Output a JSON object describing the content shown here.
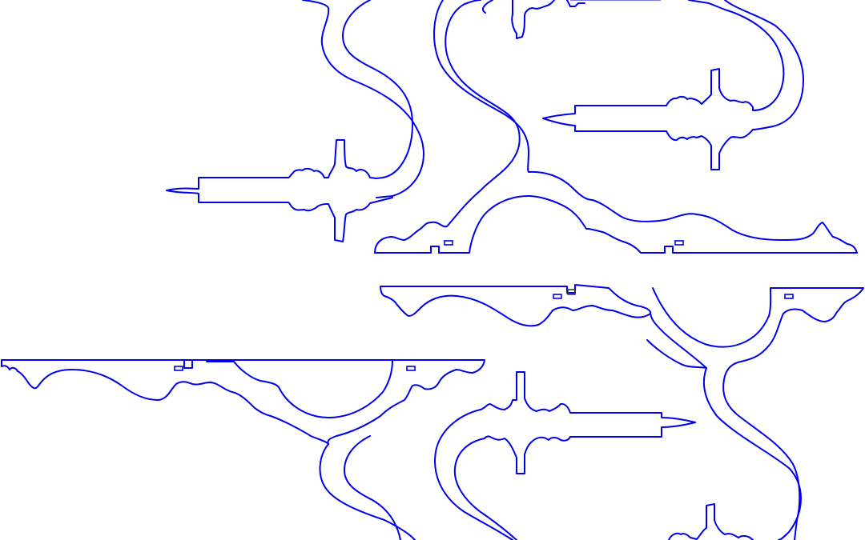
{
  "drawing": {
    "background_color": "#ffffff",
    "stroke_color": "#0000ee",
    "accent_stroke_color": "#333333",
    "pieces": [
      "sconce-arm-upper-left",
      "sconce-arm-upper-right",
      "sconce-arm-lower-left",
      "sconce-arm-lower-right"
    ]
  }
}
